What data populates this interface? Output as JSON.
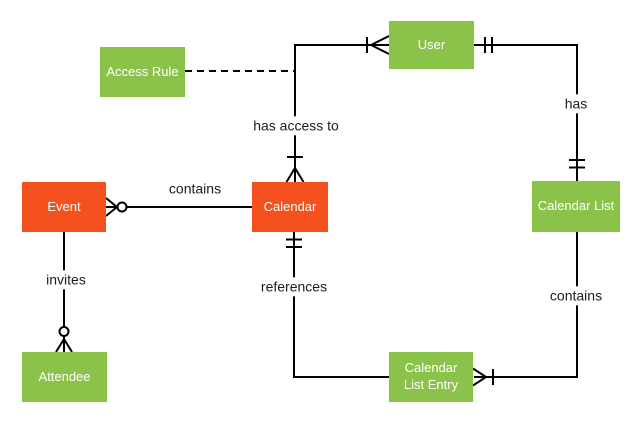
{
  "diagram": {
    "type": "entity-relationship",
    "background": "#ffffff",
    "colors": {
      "entity_green": "#8BC34A",
      "entity_orange": "#F4511E",
      "line": "#000000",
      "label_text": "#1c1c1c",
      "entity_text": "#ffffff"
    },
    "entities": [
      {
        "id": "event",
        "label": "Event",
        "variant": "orange"
      },
      {
        "id": "calendar",
        "label": "Calendar",
        "variant": "orange"
      },
      {
        "id": "access_rule",
        "label": "Access Rule",
        "variant": "green"
      },
      {
        "id": "user",
        "label": "User",
        "variant": "green"
      },
      {
        "id": "calendar_list",
        "label": "Calendar List",
        "variant": "green"
      },
      {
        "id": "attendee",
        "label": "Attendee",
        "variant": "green"
      },
      {
        "id": "calendar_list_entry",
        "label": "Calendar List Entry",
        "variant": "green"
      }
    ],
    "relationships": [
      {
        "label": "contains",
        "from": "Calendar",
        "to": "Event",
        "line": "solid",
        "markers": {
          "event_side": "zero-or-many"
        }
      },
      {
        "label": "has access to",
        "from": "User",
        "to": "Calendar",
        "line": "solid",
        "markers": {
          "user_side": "one-or-many",
          "calendar_side": "one-or-many"
        }
      },
      {
        "label": "",
        "from": "Access Rule",
        "to": "has-access-to-link",
        "line": "dashed",
        "markers": {}
      },
      {
        "label": "has",
        "from": "User",
        "to": "Calendar List",
        "line": "solid",
        "markers": {
          "user_side": "exactly-one",
          "calendar_list_side": "exactly-one"
        }
      },
      {
        "label": "contains",
        "from": "Calendar List",
        "to": "Calendar List Entry",
        "line": "solid",
        "markers": {
          "calendar_list_entry_side": "one-or-many"
        }
      },
      {
        "label": "references",
        "from": "Calendar List Entry",
        "to": "Calendar",
        "line": "solid",
        "markers": {
          "calendar_side": "exactly-one"
        }
      },
      {
        "label": "invites",
        "from": "Event",
        "to": "Attendee",
        "line": "solid",
        "markers": {
          "attendee_side": "zero-or-many"
        }
      }
    ]
  }
}
